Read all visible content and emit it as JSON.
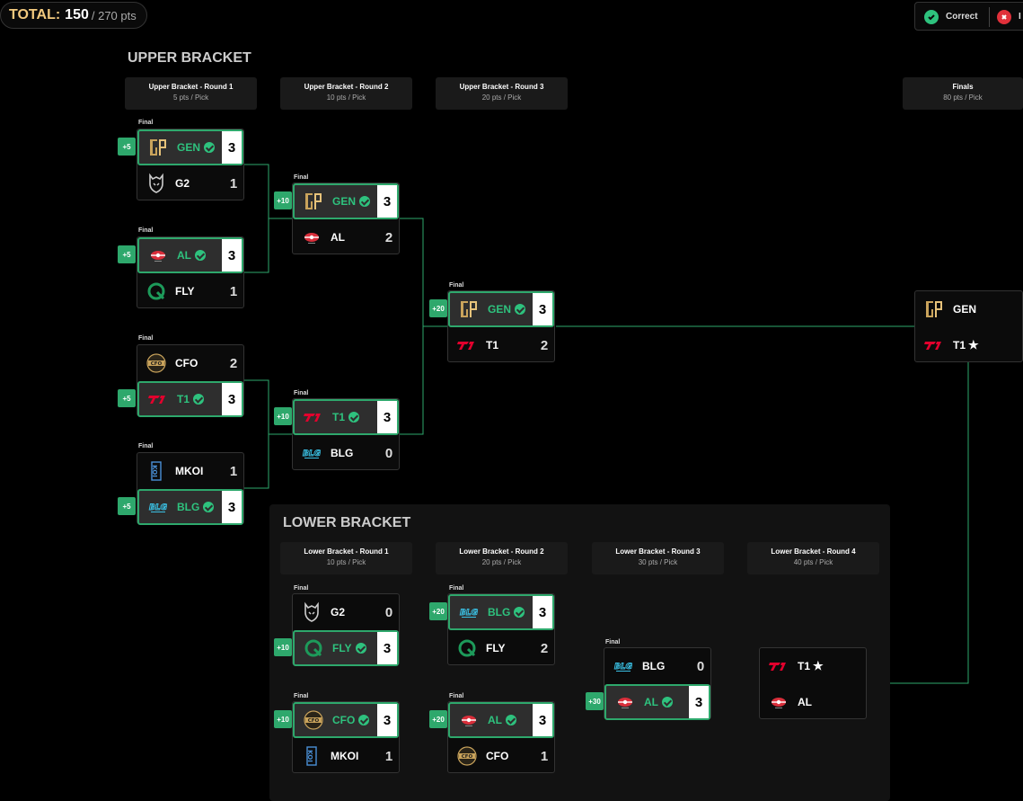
{
  "total": {
    "label": "TOTAL:",
    "value": "150",
    "max": "/ 270 pts"
  },
  "legend": {
    "correct": "Correct",
    "incorrect": "I"
  },
  "upper": {
    "title": "UPPER BRACKET",
    "rounds": [
      {
        "name": "Upper Bracket - Round 1",
        "pts": "5 pts / Pick"
      },
      {
        "name": "Upper Bracket - Round 2",
        "pts": "10 pts / Pick"
      },
      {
        "name": "Upper Bracket - Round 3",
        "pts": "20 pts / Pick"
      },
      {
        "name": "Finals",
        "pts": "80 pts / Pick"
      }
    ]
  },
  "lower": {
    "title": "LOWER BRACKET",
    "rounds": [
      {
        "name": "Lower Bracket - Round 1",
        "pts": "10 pts / Pick"
      },
      {
        "name": "Lower Bracket - Round 2",
        "pts": "20 pts / Pick"
      },
      {
        "name": "Lower Bracket - Round 3",
        "pts": "30 pts / Pick"
      },
      {
        "name": "Lower Bracket - Round 4",
        "pts": "40 pts / Pick"
      }
    ]
  },
  "final_label": "Final",
  "matches": {
    "ub_r1_m1": {
      "t1": "GEN",
      "s1": "3",
      "t2": "G2",
      "s2": "1",
      "pts": "+5"
    },
    "ub_r1_m2": {
      "t1": "AL",
      "s1": "3",
      "t2": "FLY",
      "s2": "1",
      "pts": "+5"
    },
    "ub_r1_m3": {
      "t1": "CFO",
      "s1": "2",
      "t2": "T1",
      "s2": "3",
      "pts": "+5"
    },
    "ub_r1_m4": {
      "t1": "MKOI",
      "s1": "1",
      "t2": "BLG",
      "s2": "3",
      "pts": "+5"
    },
    "ub_r2_m1": {
      "t1": "GEN",
      "s1": "3",
      "t2": "AL",
      "s2": "2",
      "pts": "+10"
    },
    "ub_r2_m2": {
      "t1": "T1",
      "s1": "3",
      "t2": "BLG",
      "s2": "0",
      "pts": "+10"
    },
    "ub_r3_m1": {
      "t1": "GEN",
      "s1": "3",
      "t2": "T1",
      "s2": "2",
      "pts": "+20"
    },
    "finals": {
      "t1": "GEN",
      "t2": "T1"
    },
    "lb_r1_m1": {
      "t1": "G2",
      "s1": "0",
      "t2": "FLY",
      "s2": "3",
      "pts": "+10"
    },
    "lb_r1_m2": {
      "t1": "CFO",
      "s1": "3",
      "t2": "MKOI",
      "s2": "1",
      "pts": "+10"
    },
    "lb_r2_m1": {
      "t1": "BLG",
      "s1": "3",
      "t2": "FLY",
      "s2": "2",
      "pts": "+20"
    },
    "lb_r2_m2": {
      "t1": "AL",
      "s1": "3",
      "t2": "CFO",
      "s2": "1",
      "pts": "+20"
    },
    "lb_r3_m1": {
      "t1": "BLG",
      "s1": "0",
      "t2": "AL",
      "s2": "3",
      "pts": "+30"
    },
    "lb_r4_m1": {
      "t1": "T1",
      "t2": "AL"
    }
  },
  "colors": {
    "accent": "#2ea86c",
    "win_text": "#2ec27e",
    "incorrect": "#e0303a",
    "total_label": "#f2c97e"
  }
}
